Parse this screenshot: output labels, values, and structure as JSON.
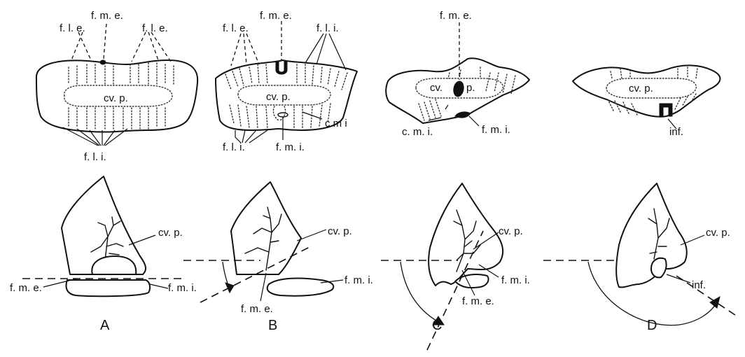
{
  "panels": [
    {
      "id": "A",
      "cross_section_labels": {
        "fle_left": "f. l. e.",
        "fme": "f. m. e.",
        "fle_right": "f. l. e.",
        "cvp": "cv. p.",
        "fli": "f. l. i."
      },
      "leaf_labels": {
        "cvp": "cv. p.",
        "fme": "f. m. e.",
        "fmi": "f. m. i."
      },
      "letter": "A"
    },
    {
      "id": "B",
      "cross_section_labels": {
        "fle": "f. l. e.",
        "fme": "f. m. e.",
        "fli_top": "f. l. i.",
        "cvp": "cv. p.",
        "cmi": "c m i",
        "fli_bottom": "f. l. i.",
        "fmi": "f. m. i."
      },
      "leaf_labels": {
        "cvp": "cv. p.",
        "fmi": "f. m. i.",
        "fme": "f. m. e."
      },
      "letter": "B"
    },
    {
      "id": "C",
      "cross_section_labels": {
        "fme": "f. m. e.",
        "cv": "cv.",
        "p": "p.",
        "cmi": "c. m. i.",
        "fmi": "f. m. i."
      },
      "leaf_labels": {
        "cvp": "cv. p.",
        "fmi": "f. m. i.",
        "fme": "f. m. e."
      },
      "letter": "C"
    },
    {
      "id": "D",
      "cross_section_labels": {
        "cvp": "cv. p.",
        "inf": "inf."
      },
      "leaf_labels": {
        "cvp": "cv. p.",
        "inf": "inf."
      },
      "letter": "D"
    }
  ]
}
